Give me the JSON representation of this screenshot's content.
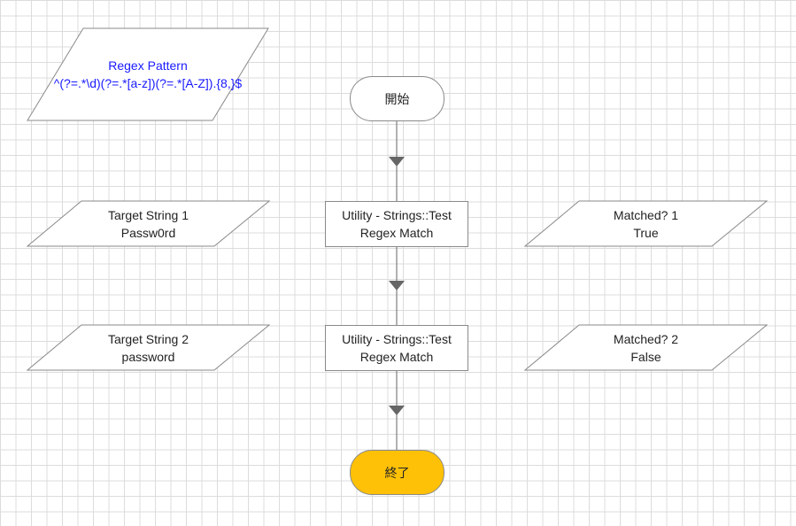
{
  "colors": {
    "end_fill": "#FFC107",
    "regex_text": "#1A1AFF",
    "connector": "#666666"
  },
  "nodes": {
    "regex_pattern": {
      "title": "Regex Pattern",
      "value": "^(?=.*\\d)(?=.*[a-z])(?=.*[A-Z]).{8,}$"
    },
    "start": {
      "label": "開始"
    },
    "target_1": {
      "title": "Target String 1",
      "value": "Passw0rd"
    },
    "process_1": {
      "line1": "Utility - Strings::Test",
      "line2": "Regex Match"
    },
    "matched_1": {
      "title": "Matched? 1",
      "value": "True"
    },
    "target_2": {
      "title": "Target String 2",
      "value": "password"
    },
    "process_2": {
      "line1": "Utility - Strings::Test",
      "line2": "Regex Match"
    },
    "matched_2": {
      "title": "Matched? 2",
      "value": "False"
    },
    "end": {
      "label": "終了"
    }
  }
}
